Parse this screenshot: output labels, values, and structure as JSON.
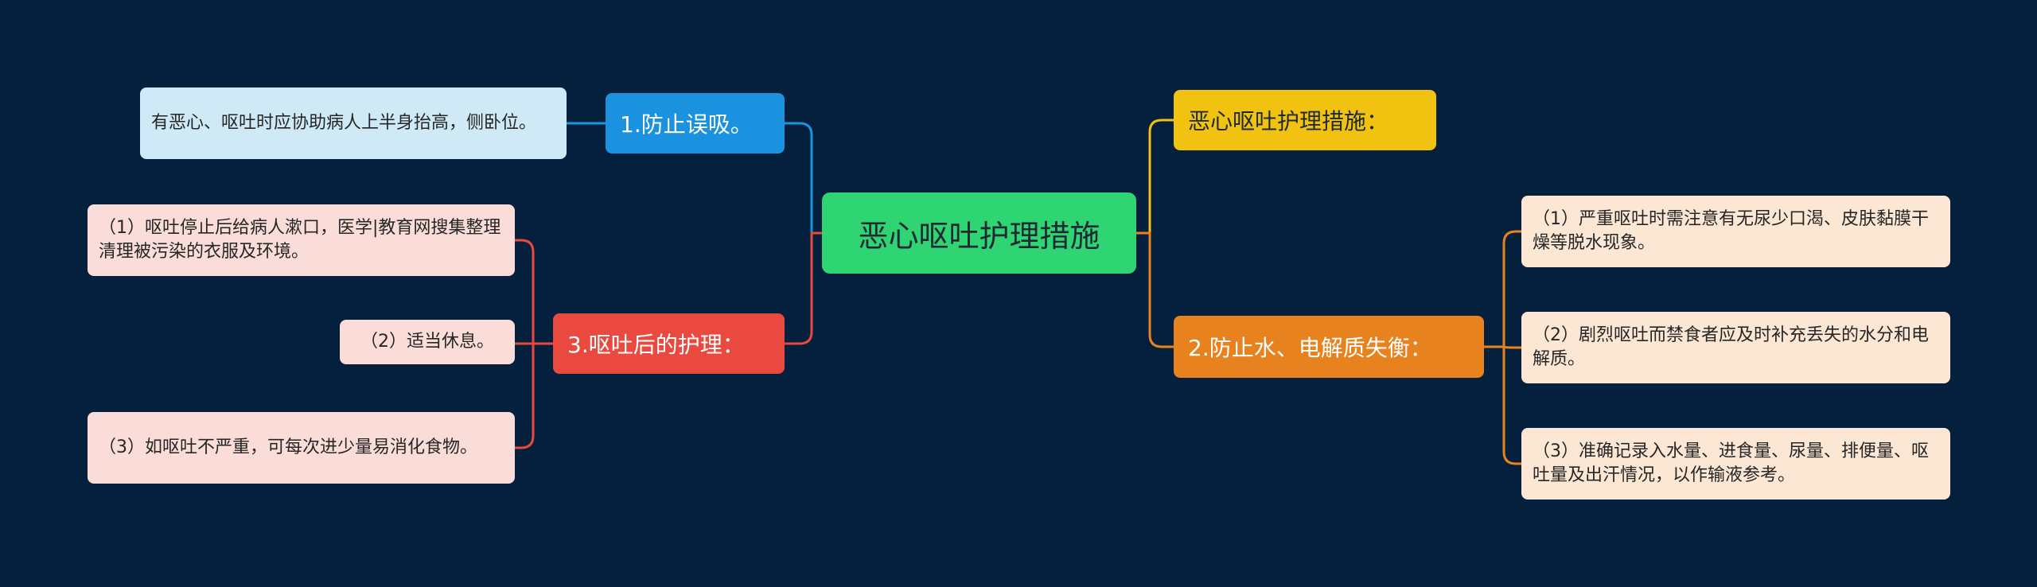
{
  "colors": {
    "background": "#04203d",
    "center": "#2ed572",
    "branch_prevent_aspiration": "#1b92e0",
    "branch_after_vomit": "#e9493f",
    "branch_measures": "#f1c210",
    "branch_fluid": "#e7821e",
    "leaf_blue": "#cfe9f7",
    "leaf_pink": "#fadcd8",
    "leaf_peach": "#fce7d5"
  },
  "center": {
    "label": "恶心呕吐护理措施"
  },
  "left": {
    "prevent_aspiration": {
      "label": "1.防止误吸。",
      "items": [
        "有恶心、呕吐时应协助病人上半身抬高，侧卧位。"
      ]
    },
    "after_vomit": {
      "label": "3.呕吐后的护理：",
      "items": [
        "（1）呕吐停止后给病人漱口，医学|教育网搜集整理清理被污染的衣服及环境。",
        "（2）适当休息。",
        "（3）如呕吐不严重，可每次进少量易消化食物。"
      ]
    }
  },
  "right": {
    "measures": {
      "label": "恶心呕吐护理措施："
    },
    "fluid_balance": {
      "label": "2.防止水、电解质失衡：",
      "items": [
        "（1）严重呕吐时需注意有无尿少口渴、皮肤黏膜干燥等脱水现象。",
        "（2）剧烈呕吐而禁食者应及时补充丢失的水分和电解质。",
        "（3）准确记录入水量、进食量、尿量、排便量、呕吐量及出汗情况，以作输液参考。"
      ]
    }
  }
}
